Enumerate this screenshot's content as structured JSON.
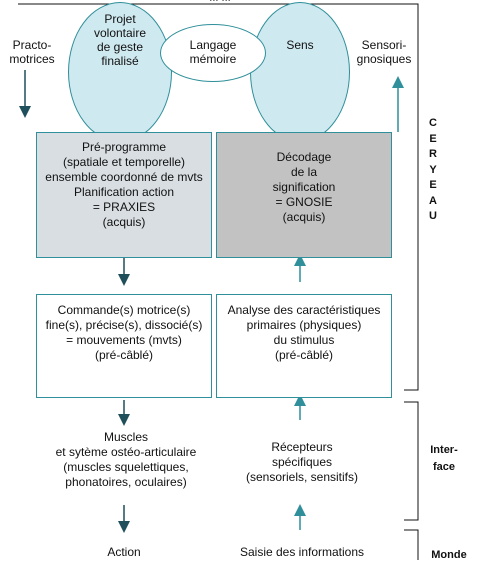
{
  "top_cut_text": "... ...",
  "left_label": "Practo-\nmotrices",
  "right_label": "Sensori-\ngnosiques",
  "ellipse_projet": "Projet\nvolontaire\nde geste\nfinalisé",
  "ellipse_langage": "Langage\nmémoire",
  "ellipse_sens": "Sens",
  "box_preprogramme": "Pré-programme\n(spatiale et temporelle)\nensemble coordonné de mvts\nPlanification action\n= PRAXIES\n(acquis)",
  "box_decodage": "Décodage\nde la\nsignification\n= GNOSIE\n(acquis)",
  "box_commande": "Commande(s) motrice(s)\nfine(s), précise(s), dissocié(s)\n= mouvements (mvts)\n(pré-câblé)",
  "box_analyse": "Analyse des caractéristiques\nprimaires (physiques)\ndu stimulus\n(pré-câblé)",
  "text_muscles": "Muscles\net sytème ostéo-articulaire\n(muscles squelettiques,\nphonatoires, oculaires)",
  "text_recepteurs": "Récepteurs\nspécifiques\n(sensoriels, sensitifs)",
  "text_action": "Action",
  "text_saisie": "Saisie des informations",
  "section_cerveau": "C\nE\nR\nY\nE\nA\nU",
  "section_interface": "Inter-\nface",
  "section_monde": "Monde",
  "colors": {
    "teal": "#2f8f9a",
    "ellipse_fill": "#cfe9f0",
    "box_gray_light": "#d9dee2",
    "box_gray_dark": "#c2c2c2",
    "arrow_dark": "#1f4f5a"
  }
}
